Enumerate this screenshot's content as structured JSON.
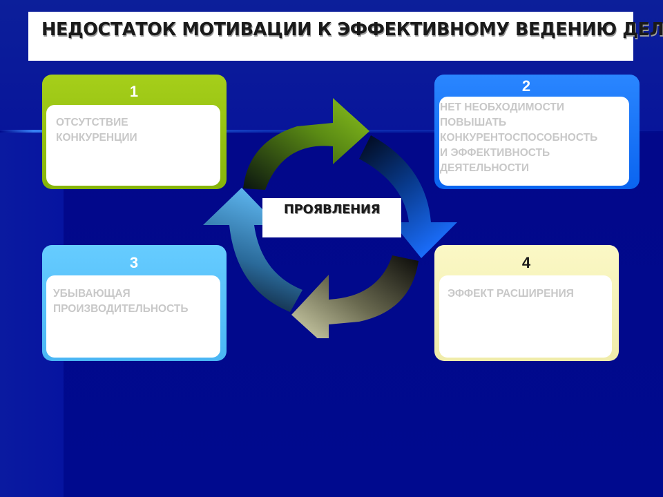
{
  "slide": {
    "title": "НЕДОСТАТОК МОТИВАЦИИ К ЭФФЕКТИВНОМУ ВЕДЕНИЮ ДЕЛ",
    "center_label": "ПРОЯВЛЕНИЯ",
    "cards": [
      {
        "number": "1",
        "lines": [
          "ОТСУТСТВИЕ",
          "КОНКУРЕНЦИИ"
        ],
        "color": "#9ac714"
      },
      {
        "number": "2",
        "lines": [
          "НЕТ НЕОБХОДИМОСТИ",
          "ПОВЫШАТЬ",
          "КОНКУРЕНТОСПОСОБНОСТЬ",
          "И ЭФФЕКТИВНОСТЬ",
          "ДЕЯТЕЛЬНОСТИ"
        ],
        "color": "#1a78ff"
      },
      {
        "number": "3",
        "lines": [
          "УБЫВАЮЩАЯ",
          "ПРОИЗВОДИТЕЛЬНОСТЬ"
        ],
        "color": "#5cc2fa"
      },
      {
        "number": "4",
        "lines": [
          "ЭФФЕКТ РАСШИРЕНИЯ"
        ],
        "color": "#f7f3b8"
      }
    ]
  },
  "colors": {
    "background": "#000a8c",
    "card_text": "#c8c8c8",
    "arrow_green": "#7fb41a",
    "arrow_blue": "#0a64f0",
    "arrow_cream": "#d8d8a8",
    "arrow_lightblue": "#4aa8e8"
  },
  "icons": [
    "cycle-arrow-green",
    "cycle-arrow-blue",
    "cycle-arrow-cream",
    "cycle-arrow-lightblue"
  ]
}
